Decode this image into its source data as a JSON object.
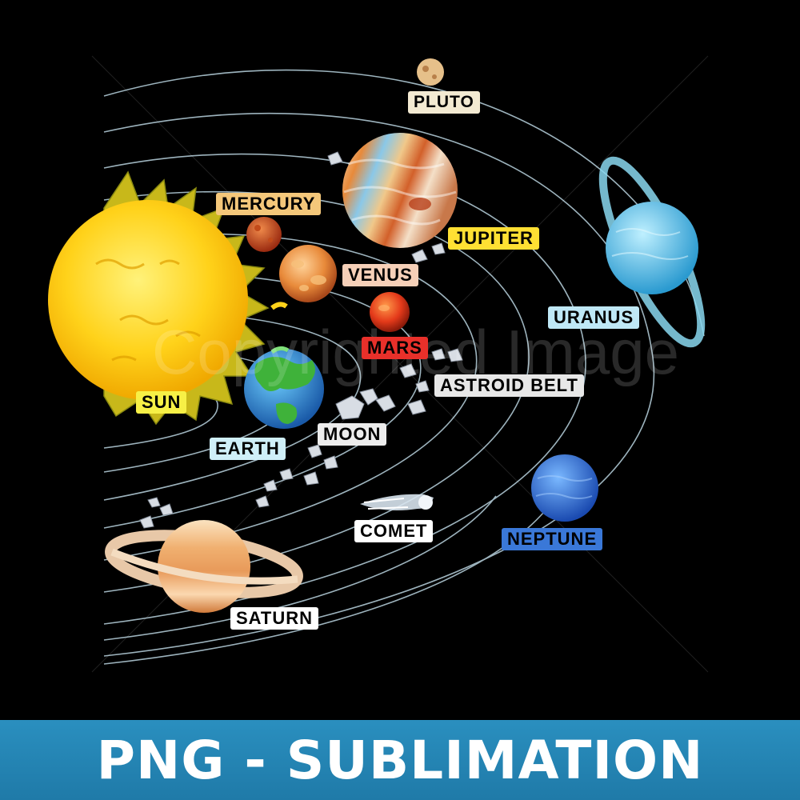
{
  "watermark": "Copyrighted Image",
  "banner": {
    "text": "PNG - SUBLIMATION"
  },
  "labels": {
    "pluto": "PLUTO",
    "mercury": "MERCURY",
    "jupiter": "JUPITER",
    "venus": "VENUS",
    "uranus": "URANUS",
    "mars": "MARS",
    "asteroid_belt": "ASTROID BELT",
    "sun": "SUN",
    "moon": "MOON",
    "earth": "EARTH",
    "comet": "COMET",
    "neptune": "NEPTUNE",
    "saturn": "SATURN"
  },
  "colors": {
    "background": "#000000",
    "orbit": "#b9d3df",
    "banner": "#2586b4",
    "sun": "#ffd21a",
    "mercury_label": "#f4c77a",
    "jupiter_label": "#ffe033",
    "venus_label": "#f6d0b8",
    "uranus_label": "#bfe8f6",
    "mars_label": "#e8302a",
    "sun_label": "#f7f046",
    "moon_label": "#ececec",
    "earth_label": "#cfeff8",
    "neptune_label": "#3a78d8"
  }
}
